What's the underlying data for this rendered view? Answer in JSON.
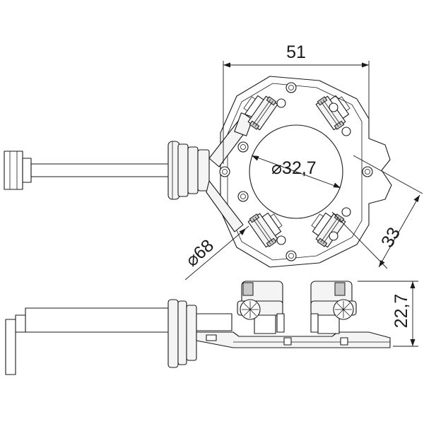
{
  "dimensions": {
    "width": "51",
    "bore": "⌀32,7",
    "diagonal": "33",
    "outer": "⌀68",
    "height": "22,7"
  },
  "colors": {
    "line": "#1a1a1a",
    "part_fill": "#f4f4f4",
    "shading": "#c9c9c9",
    "background": "#ffffff"
  }
}
